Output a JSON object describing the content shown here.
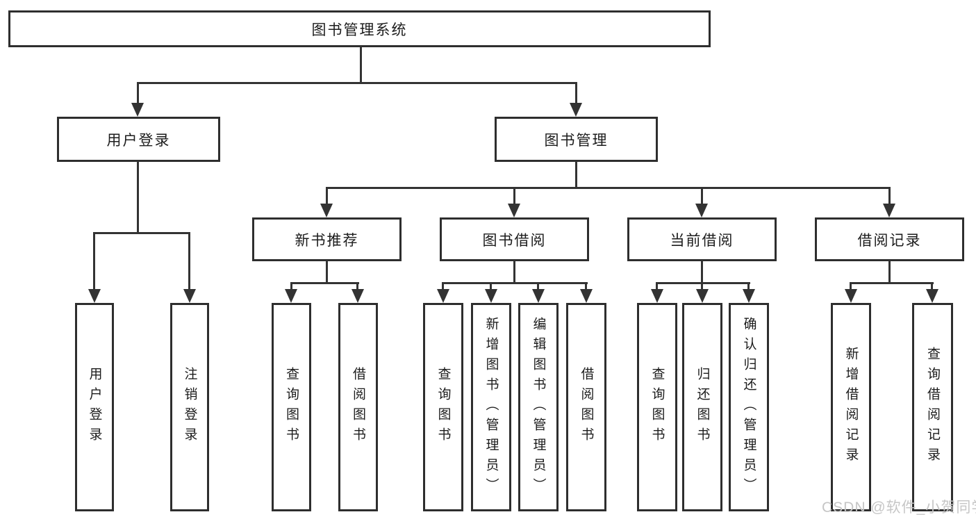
{
  "tree": {
    "label": "图书管理系统",
    "children": [
      {
        "label": "用户登录",
        "children": [
          {
            "label": "用户登录"
          },
          {
            "label": "注销登录"
          }
        ]
      },
      {
        "label": "图书管理",
        "children": [
          {
            "label": "新书推荐",
            "children": [
              {
                "label": "查询图书"
              },
              {
                "label": "借阅图书"
              }
            ]
          },
          {
            "label": "图书借阅",
            "children": [
              {
                "label": "查询图书"
              },
              {
                "label": "新增图书（管理员）"
              },
              {
                "label": "编辑图书（管理员）"
              },
              {
                "label": "借阅图书"
              }
            ]
          },
          {
            "label": "当前借阅",
            "children": [
              {
                "label": "查询图书"
              },
              {
                "label": "归还图书"
              },
              {
                "label": "确认归还（管理员）"
              }
            ]
          },
          {
            "label": "借阅记录",
            "children": [
              {
                "label": "新增借阅记录"
              },
              {
                "label": "查询借阅记录"
              }
            ]
          }
        ]
      }
    ]
  },
  "watermark": {
    "text": "CSDN @软件_小贺同学"
  },
  "colors": {
    "line": "#333333",
    "box_border": "#2e2e2e",
    "text": "#1c1c1c",
    "watermark": "#c6c6c6",
    "background": "#ffffff"
  }
}
